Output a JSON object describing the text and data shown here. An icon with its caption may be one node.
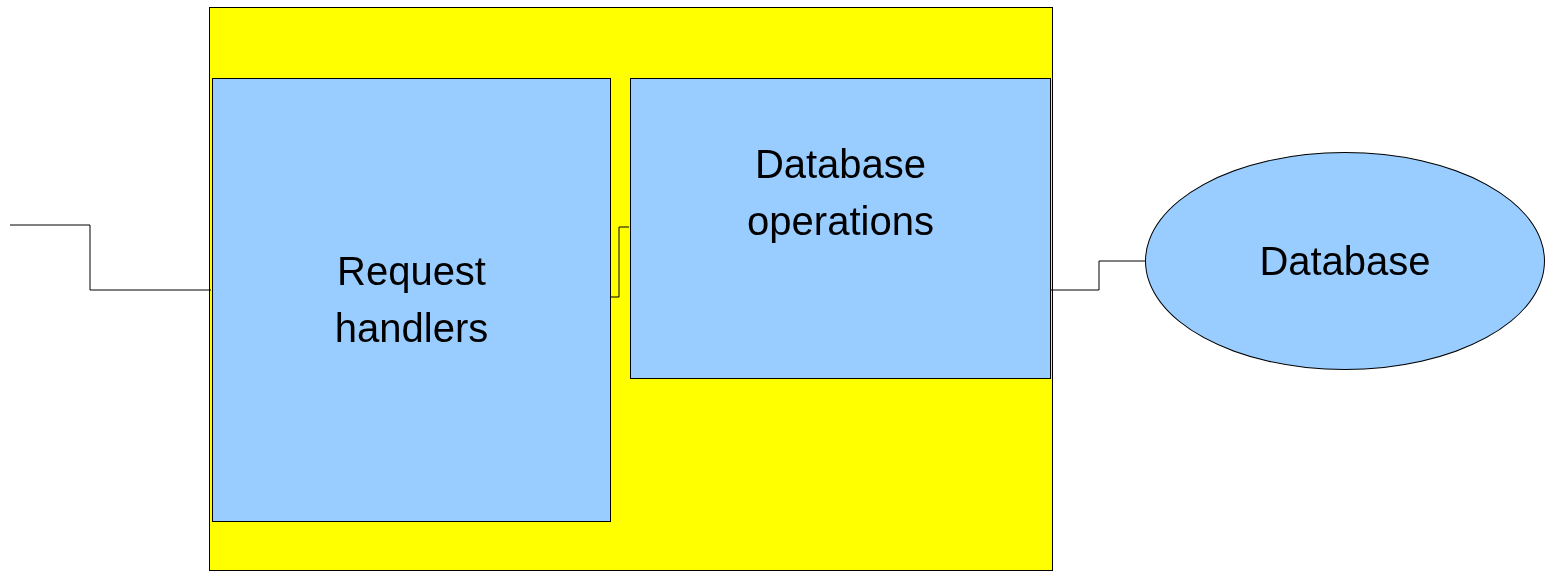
{
  "diagram": {
    "nodes": [
      {
        "text": [],
        "shape": "box"
      },
      {
        "text": [
          "Request handlers"
        ],
        "in": 0
      },
      {
        "text": [
          "Database operations"
        ],
        "in": 0
      },
      {
        "text": [
          "Database"
        ]
      }
    ],
    "edges": [
      {
        "from": null,
        "to": 1,
        "arrow": "none"
      },
      {
        "from": 1,
        "to": 2,
        "arrow": "none"
      },
      {
        "from": 2,
        "to": 3,
        "arrow": "none"
      }
    ]
  }
}
